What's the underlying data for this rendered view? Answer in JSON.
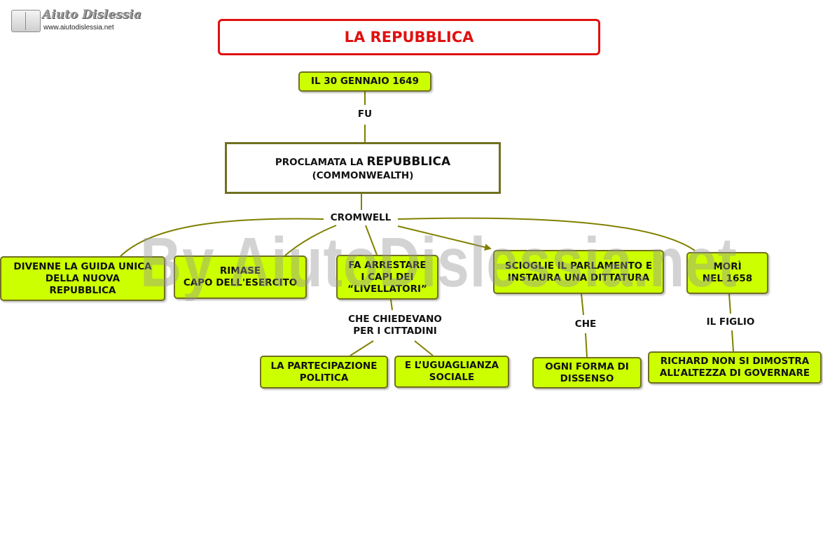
{
  "logo": {
    "title": "Aiuto Dislessia",
    "url": "www.aiutodislessia.net"
  },
  "watermark": "By AiutoDislessia.net",
  "title": "LA REPUBBLICA",
  "nodes": {
    "date": "IL 30 GENNAIO 1649",
    "main_prefix": "PROCLAMATA LA",
    "main_big": "REPUBBLICA",
    "main_sub": "(COMMONWEALTH)",
    "guida": "DIVENNE LA GUIDA UNICA\nDELLA NUOVA\nREPUBBLICA",
    "capo": "RIMASE\nCAPO DELL'ESERCITO",
    "arrestare": "FA ARRESTARE\nI CAPI DEI\n“LIVELLATORI”",
    "scioglie": "SCIOGLIE IL PARLAMENTO E\nINSTAURA UNA  DITTATURA",
    "mori": "MORÌ\nNEL 1658",
    "partecipazione": "LA PARTECIPAZIONE\nPOLITICA",
    "uguaglianza": "E L’UGUAGLIANZA\nSOCIALE",
    "dissenso": "OGNI FORMA DI\nDISSENSO",
    "richard": "RICHARD NON SI DIMOSTRA\nALL’ALTEZZA DI GOVERNARE"
  },
  "labels": {
    "fu": "FU",
    "cromwell": "CROMWELL",
    "chiedevano": "CHE CHIEDEVANO\nPER I CITTADINI",
    "che": "CHE",
    "figlio": "IL FIGLIO"
  },
  "colors": {
    "node_fill": "#ccff00",
    "line": "#808000",
    "title_red": "#e01010"
  }
}
